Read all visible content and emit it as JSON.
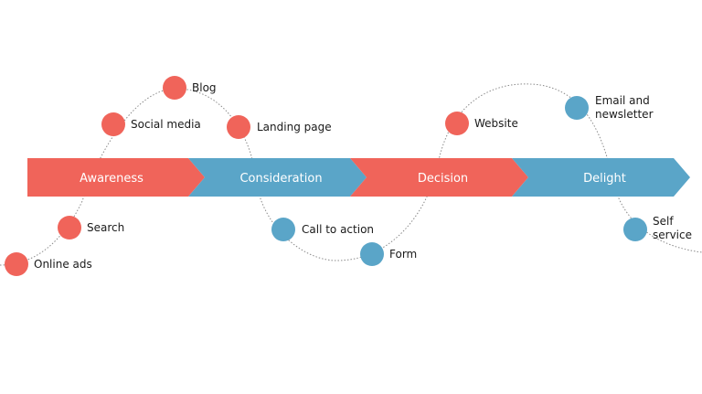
{
  "colors": {
    "red": "#F0645A",
    "blue": "#5AA5C8",
    "path": "#8A8A8A",
    "text": "#1a1a1a"
  },
  "stages": [
    {
      "label": "Awareness",
      "color": "red"
    },
    {
      "label": "Consideration",
      "color": "blue"
    },
    {
      "label": "Decision",
      "color": "red"
    },
    {
      "label": "Delight",
      "color": "blue"
    }
  ],
  "nodes": [
    {
      "id": "online-ads",
      "lines": [
        "Online ads"
      ],
      "color": "red"
    },
    {
      "id": "search",
      "lines": [
        "Search"
      ],
      "color": "red"
    },
    {
      "id": "social-media",
      "lines": [
        "Social media"
      ],
      "color": "red"
    },
    {
      "id": "blog",
      "lines": [
        "Blog"
      ],
      "color": "red"
    },
    {
      "id": "landing-page",
      "lines": [
        "Landing page"
      ],
      "color": "red"
    },
    {
      "id": "call-to-action",
      "lines": [
        "Call to action"
      ],
      "color": "blue"
    },
    {
      "id": "form",
      "lines": [
        "Form"
      ],
      "color": "blue"
    },
    {
      "id": "website",
      "lines": [
        "Website"
      ],
      "color": "red"
    },
    {
      "id": "email-newsletter",
      "lines": [
        "Email and",
        "newsletter"
      ],
      "color": "blue"
    },
    {
      "id": "self-service",
      "lines": [
        "Self",
        "service"
      ],
      "color": "blue"
    }
  ]
}
